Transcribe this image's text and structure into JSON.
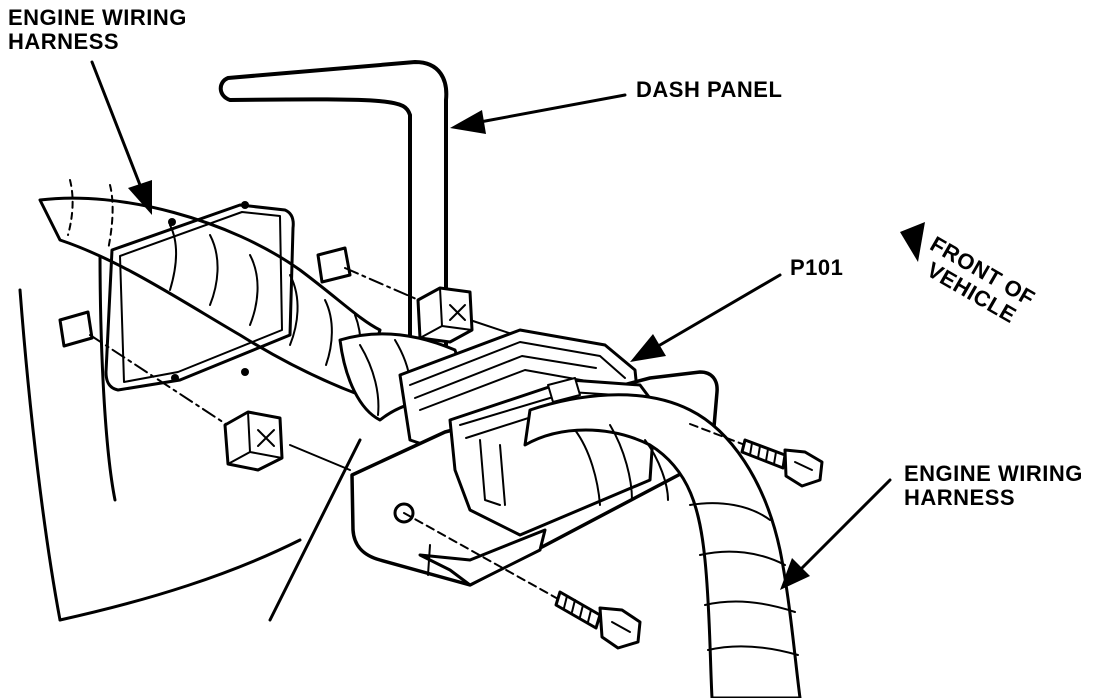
{
  "labels": {
    "engine_harness_top_line1": "ENGINE WIRING",
    "engine_harness_top_line2": "HARNESS",
    "dash_panel": "DASH PANEL",
    "connector": "P101",
    "front_line1": "FRONT OF",
    "front_line2": "VEHICLE",
    "engine_harness_bottom_line1": "ENGINE WIRING",
    "engine_harness_bottom_line2": "HARNESS"
  },
  "colors": {
    "ink": "#000000",
    "paper": "#ffffff"
  }
}
